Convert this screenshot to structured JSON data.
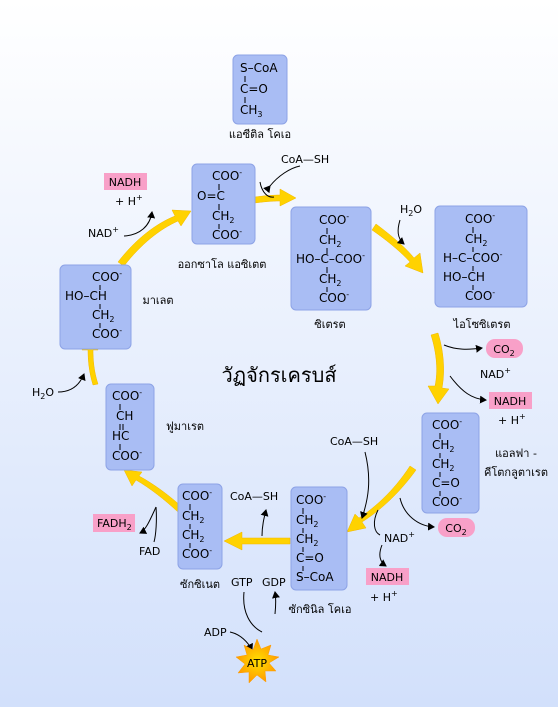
{
  "title": "วัฏจักรเครบส์",
  "colors": {
    "box": "#a9bdf4",
    "arrow": "#ffd200",
    "pink": "#f8a0c8",
    "background_top": "#ffffff",
    "background_bottom": "#d2e0fb"
  },
  "molecules": {
    "acetyl_coa": {
      "name": "แอซีติล โคเอ",
      "lines": [
        "S–CoA",
        "C=O",
        "CH3"
      ]
    },
    "citrate": {
      "name": "ซิเตรต",
      "lines": [
        "COO-",
        "CH2",
        "HO–C–COO-",
        "CH2",
        "COO-"
      ]
    },
    "isocitrate": {
      "name": "ไอโซซิเตรต",
      "lines": [
        "COO-",
        "CH2",
        "H–C–COO-",
        "HO–CH",
        "COO-"
      ]
    },
    "alpha_kg": {
      "name_line1": "แอลฟา -",
      "name_line2": "คีโตกลูตาเรต",
      "lines": [
        "COO-",
        "CH2",
        "CH2",
        "C=O",
        "COO-"
      ]
    },
    "succinyl_coa": {
      "name": "ซักซินิล โคเอ",
      "lines": [
        "COO-",
        "CH2",
        "CH2",
        "C=O",
        "S–CoA"
      ]
    },
    "succinate": {
      "name": "ซักซิเนต",
      "lines": [
        "COO-",
        "CH2",
        "CH2",
        "COO-"
      ]
    },
    "fumarate": {
      "name": "ฟูมาเรต",
      "lines": [
        "COO-",
        "CH",
        "HC",
        "COO-"
      ]
    },
    "malate": {
      "name": "มาเลต",
      "lines": [
        "COO-",
        "HO–CH",
        "CH2",
        "COO-"
      ]
    },
    "oxaloacetate": {
      "name": "ออกซาโล แอซิเตต",
      "lines": [
        "COO-",
        "O=C",
        "CH2",
        "COO-"
      ]
    }
  },
  "side": {
    "coash_top": "CoA—SH",
    "h2o_top": "H2O",
    "co2_1": "CO2",
    "nad_1": "NAD+",
    "nadh_1": "NADH",
    "hplus_1": "+ H+",
    "coash_mid": "CoA—SH",
    "co2_2": "CO2",
    "nad_2": "NAD+",
    "nadh_2": "NADH",
    "hplus_2": "+ H+",
    "coash_bottom": "CoA—SH",
    "gtp": "GTP",
    "gdp": "GDP",
    "adp": "ADP",
    "atp": "ATP",
    "fadh2": "FADH2",
    "fad": "FAD",
    "h2o_left": "H2O",
    "nadh_3": "NADH",
    "hplus_3": "+ H+",
    "nad_3": "NAD+"
  }
}
